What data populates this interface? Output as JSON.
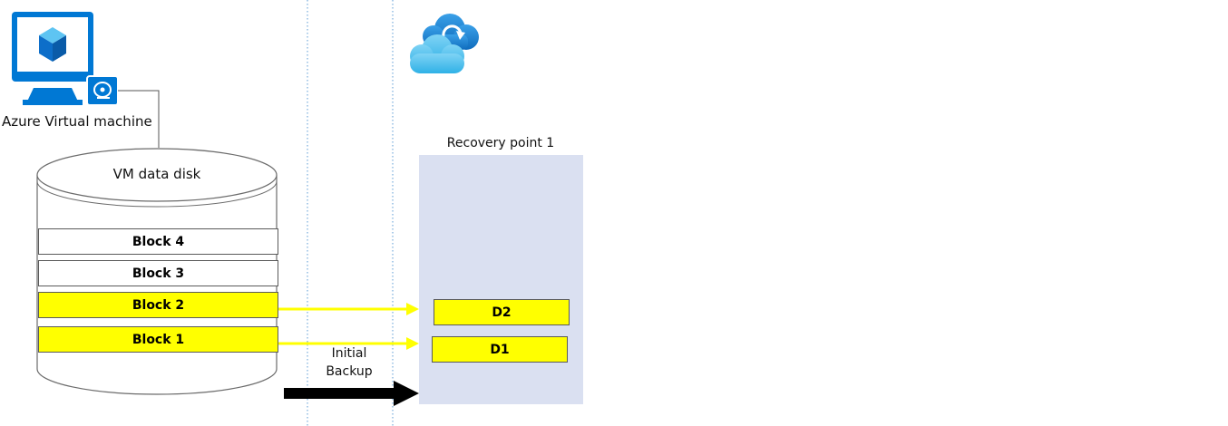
{
  "vm": {
    "label": "Azure Virtual machine"
  },
  "disk": {
    "label": "VM data disk",
    "blocks": [
      {
        "label": "Block 4",
        "changed": false
      },
      {
        "label": "Block 3",
        "changed": false
      },
      {
        "label": "Block 2",
        "changed": true
      },
      {
        "label": "Block 1",
        "changed": true
      }
    ]
  },
  "transfer": {
    "label_line1": "Initial",
    "label_line2": "Backup"
  },
  "recovery_point": {
    "title": "Recovery point 1",
    "items": [
      {
        "label": "D2"
      },
      {
        "label": "D1"
      }
    ]
  },
  "colors": {
    "azure_blue": "#0078d4",
    "changed_block": "#ffff00",
    "recovery_bg": "#dae0f1",
    "divider": "#5b9bd5",
    "arrow": "#000000"
  }
}
